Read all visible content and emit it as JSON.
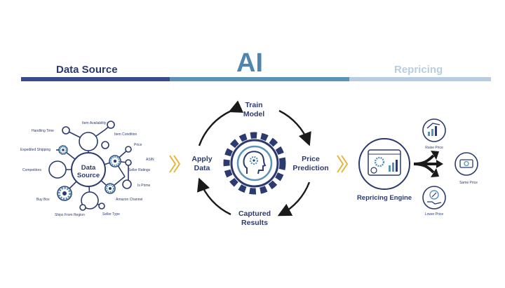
{
  "header": {
    "data_source": "Data Source",
    "ai": "AI",
    "repricing": "Repricing"
  },
  "data_source_hub": {
    "center_line1": "Data",
    "center_line2": "Source",
    "factors": [
      "Item Availability",
      "Handling Time",
      "Item Condition",
      "Expedited Shipping",
      "Price",
      "ASIN",
      "Seller Ratings",
      "Competitors",
      "Is Prime",
      "Amazon Channel",
      "Buy Box",
      "Seller Type",
      "Ships From Region"
    ]
  },
  "ai_cycle": {
    "train_line1": "Train",
    "train_line2": "Model",
    "apply_line1": "Apply",
    "apply_line2": "Data",
    "predict_line1": "Price",
    "predict_line2": "Prediction",
    "captured_line1": "Captured",
    "captured_line2": "Results"
  },
  "repricing": {
    "engine_label": "Repricing Engine",
    "outcomes": [
      "Raise Price",
      "Same Price",
      "Lower Price"
    ]
  },
  "colors": {
    "navy": "#2c3a6e",
    "mid_blue": "#5a93b5",
    "light_blue": "#b9cde0",
    "ai_blue": "#4f86ad"
  }
}
